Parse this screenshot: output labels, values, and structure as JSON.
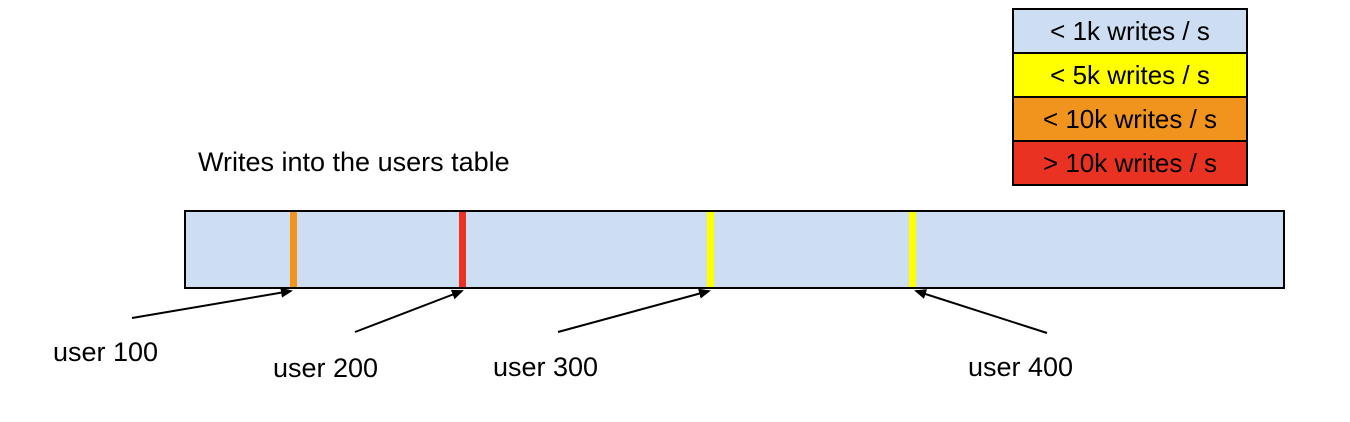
{
  "title": "Writes into the users table",
  "legend": {
    "items": [
      {
        "label": "< 1k writes / s",
        "color": "#cdddf2"
      },
      {
        "label": "< 5k writes / s",
        "color": "#ffff00"
      },
      {
        "label": "< 10k writes / s",
        "color": "#f1941d"
      },
      {
        "label": "> 10k writes / s",
        "color": "#ea3223"
      }
    ]
  },
  "bar": {
    "fill_color": "#cdddf2",
    "border_color": "#000000"
  },
  "markers": [
    {
      "label": "user 100",
      "color": "#f1941d",
      "rate": "< 10k writes / s",
      "position_pct": 9.8
    },
    {
      "label": "user 200",
      "color": "#ea3223",
      "rate": "> 10k writes / s",
      "position_pct": 25.2
    },
    {
      "label": "user 300",
      "color": "#ffff00",
      "rate": "< 5k writes / s",
      "position_pct": 47.8
    },
    {
      "label": "user 400",
      "color": "#ffff00",
      "rate": "< 5k writes / s",
      "position_pct": 66.2
    }
  ]
}
